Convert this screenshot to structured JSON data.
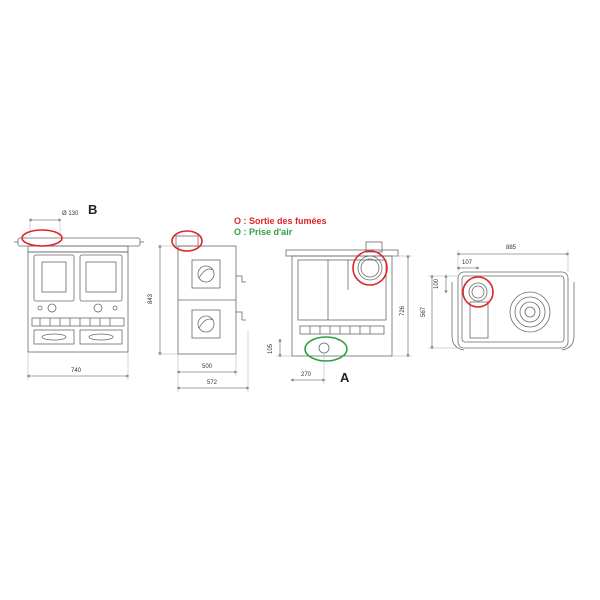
{
  "legend": {
    "smoke_marker": "O",
    "smoke_text": ": Sortie des fumées",
    "air_marker": "O",
    "air_text": ": Prise d'air",
    "smoke_color": "#e0232a",
    "air_color": "#2ea043"
  },
  "labels": {
    "view_b": "B",
    "view_a": "A"
  },
  "dimensions": {
    "front_flue_diameter": "Ø 130",
    "front_width": "740",
    "height": "843",
    "side_depth_inner": "500",
    "side_depth_total": "572",
    "rear_air_height": "105",
    "rear_air_offset": "270",
    "rear_flue_height": "726",
    "top_width": "885",
    "top_flue_offset_x": "107",
    "top_flue_offset_y": "100",
    "top_depth": "567"
  },
  "colors": {
    "line": "#6a6a6a",
    "smoke": "#e0232a",
    "air": "#2ea043"
  }
}
